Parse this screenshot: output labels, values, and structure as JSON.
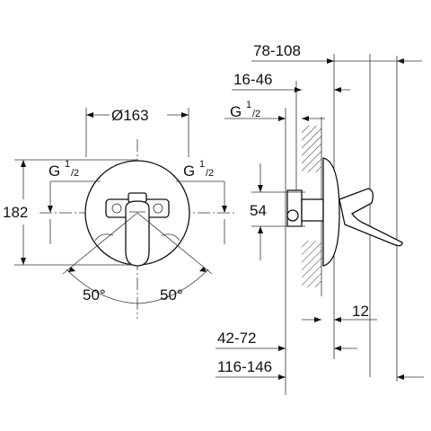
{
  "front_view": {
    "diameter": "Ø163",
    "height": "182",
    "thread_left_main": "G",
    "thread_left_sup": "1",
    "thread_left_den": "/2",
    "thread_right_main": "G",
    "thread_right_sup": "1",
    "thread_right_den": "/2",
    "angle_left": "50°",
    "angle_right": "50°"
  },
  "side_view": {
    "depth_total": "78-108",
    "depth_wall": "16-46",
    "thread_main": "G",
    "thread_sup": "1",
    "thread_den": "/2",
    "inlet_spacing": "54",
    "plate_offset": "12",
    "install_depth_min": "42-72",
    "install_depth_total": "116-146"
  }
}
